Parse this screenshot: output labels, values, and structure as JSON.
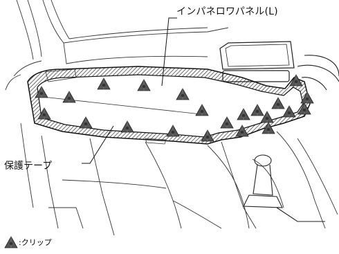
{
  "labels": {
    "panel": "インパネロワパネル(L)",
    "tape": "保護テープ"
  },
  "legend": {
    "icon": "clip-icon",
    "text": ":クリップ"
  },
  "clip_count": 22
}
